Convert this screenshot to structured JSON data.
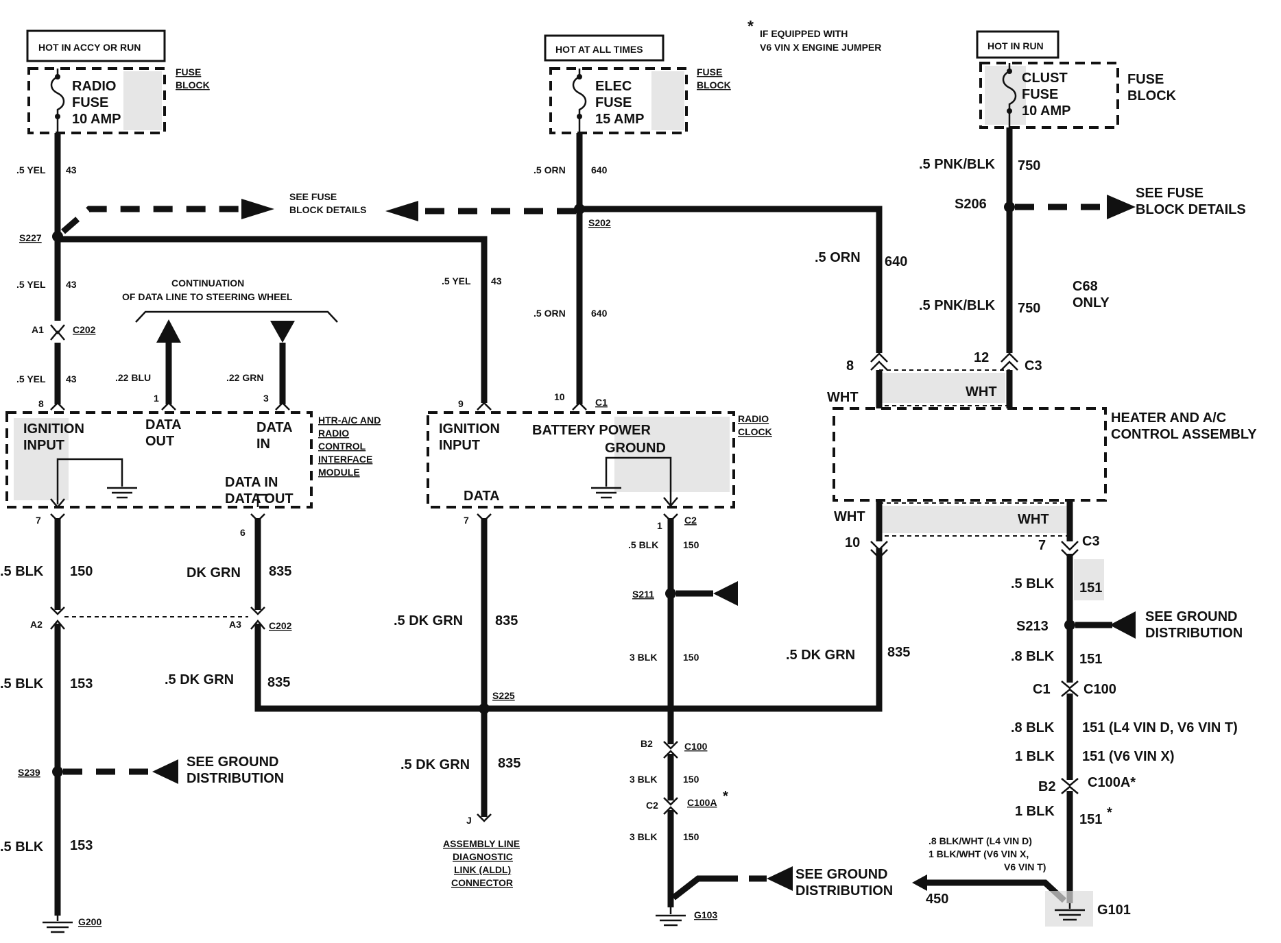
{
  "header": {
    "note_star": "*",
    "note_line1": "IF EQUIPPED WITH",
    "note_line2": "V6 VIN X ENGINE JUMPER"
  },
  "power": {
    "hot_accy_run": "HOT IN ACCY OR RUN",
    "hot_all_times": "HOT AT ALL TIMES",
    "hot_in_run": "HOT IN RUN"
  },
  "fuses": {
    "radio": [
      "RADIO",
      "FUSE",
      "10 AMP"
    ],
    "elec": [
      "ELEC",
      "FUSE",
      "15 AMP"
    ],
    "clust": [
      "CLUST",
      "FUSE",
      "10 AMP"
    ],
    "fuse_block": [
      "FUSE",
      "BLOCK"
    ]
  },
  "wires": {
    "yel": ".5 YEL",
    "c43": "43",
    "orn": ".5 ORN",
    "c640": "640",
    "pnk": ".5 PNK/BLK",
    "c750": "750",
    "blu22": ".22 BLU",
    "grn22": ".22 GRN",
    "blk5": ".5 BLK",
    "c150": "150",
    "c153": "153",
    "dkgrn": "DK GRN",
    "dkgrn5": ".5 DK GRN",
    "c835": "835",
    "blk3": "3 BLK",
    "c151": "151",
    "blk8": ".8 BLK",
    "c151_l4": "151 (L4 VIN D, V6 VIN T)",
    "blk1": "1 BLK",
    "c151_v6": "151 (V6 VIN X)",
    "c151_star": "151",
    "star": "*",
    "bw_line1": ".8 BLK/WHT (L4 VIN D)",
    "bw_line2": "1 BLK/WHT (V6 VIN X,",
    "bw_line3": "V6 VIN T)",
    "c450": "450"
  },
  "splices": {
    "s227": "S227",
    "s202": "S202",
    "s206": "S206",
    "s211": "S211",
    "s213": "S213",
    "s225": "S225",
    "s239": "S239"
  },
  "connectors": {
    "a1": "A1",
    "c202": "C202",
    "a2": "A2",
    "a3": "A3",
    "c1": "C1",
    "c2": "C2",
    "c3": "C3",
    "b2": "B2",
    "c100": "C100",
    "c100a": "C100A",
    "c100a_star": "C100A*",
    "c1l": "C1",
    "c2l": "C2",
    "j": "J"
  },
  "pins": {
    "p8": "8",
    "p1": "1",
    "p3": "3",
    "p7": "7",
    "p6": "6",
    "p9": "9",
    "p10": "10",
    "p12": "12",
    "p1b": "1",
    "p7b": "7",
    "p8b": "8",
    "p10b": "10"
  },
  "labels": {
    "see_fuse1": "SEE FUSE",
    "see_fuse2": "BLOCK DETAILS",
    "see_fuse_r1": "SEE FUSE",
    "see_fuse_r2": "BLOCK DETAILS",
    "continuation1": "CONTINUATION",
    "continuation2": "OF DATA LINE TO STEERING WHEEL",
    "c68_1": "C68",
    "c68_2": "ONLY",
    "see_ground1": "SEE GROUND",
    "see_ground2": "DISTRIBUTION",
    "wht": "WHT"
  },
  "components": {
    "htr_module": [
      "HTR-A/C AND",
      "RADIO",
      "CONTROL",
      "INTERFACE",
      "MODULE"
    ],
    "ignition": [
      "IGNITION",
      "INPUT"
    ],
    "data_out": [
      "DATA",
      "OUT"
    ],
    "data_in": [
      "DATA",
      "IN"
    ],
    "data_in_out": [
      "DATA IN",
      "DATA OUT"
    ],
    "radio_clock": [
      "RADIO",
      "CLOCK"
    ],
    "battery_power": "BATTERY POWER",
    "ground": "GROUND",
    "data": "DATA",
    "heater_ac": [
      "HEATER AND A/C",
      "CONTROL ASSEMBLY"
    ],
    "aldl": [
      "ASSEMBLY LINE",
      "DIAGNOSTIC",
      "LINK (ALDL)",
      "CONNECTOR"
    ]
  },
  "grounds": {
    "g200": "G200",
    "g103": "G103",
    "g101": "G101"
  }
}
